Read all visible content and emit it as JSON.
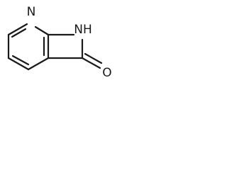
{
  "molecule": {
    "atoms": {
      "ring_nitrogen": "N",
      "amide_nh": "NH",
      "carbonyl_oxygen": "O"
    }
  },
  "colors": {
    "bond": "#1a1a1a",
    "label": "#1a1a1a",
    "background": "#ffffff"
  }
}
